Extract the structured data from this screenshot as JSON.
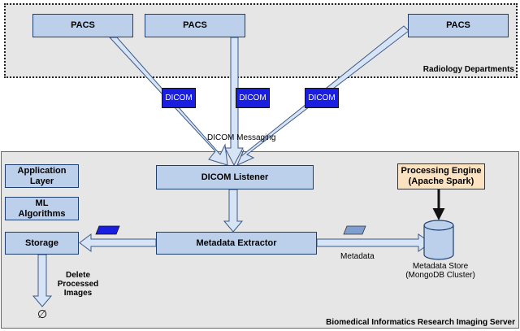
{
  "regions": {
    "radiology": "Radiology Departments",
    "server": "Biomedical Informatics Research Imaging Server"
  },
  "pacs": [
    "PACS",
    "PACS",
    "PACS"
  ],
  "dicom_tags": [
    "DICOM",
    "DICOM",
    "DICOM"
  ],
  "dicom_messaging": "DICOM Messaging",
  "components": {
    "application_layer": [
      "Application",
      "Layer"
    ],
    "ml_algorithms": [
      "ML",
      "Algorithms"
    ],
    "storage": "Storage",
    "dicom_listener": "DICOM Listener",
    "metadata_extractor": "Metadata Extractor",
    "processing_engine": [
      "Processing Engine",
      "(Apache Spark)"
    ],
    "metadata_store": [
      "Metadata Store",
      "(MongoDB Cluster)"
    ]
  },
  "labels": {
    "delete": [
      "Delete",
      "Processed",
      "Images"
    ],
    "metadata": "Metadata",
    "empty_set_symbol": "∅"
  },
  "colors": {
    "box_fill": "#bcd0ec",
    "engine_fill": "#fbe3c2",
    "dicom_fill": "#1a1ee0",
    "region_fill": "#e6e6e6"
  }
}
